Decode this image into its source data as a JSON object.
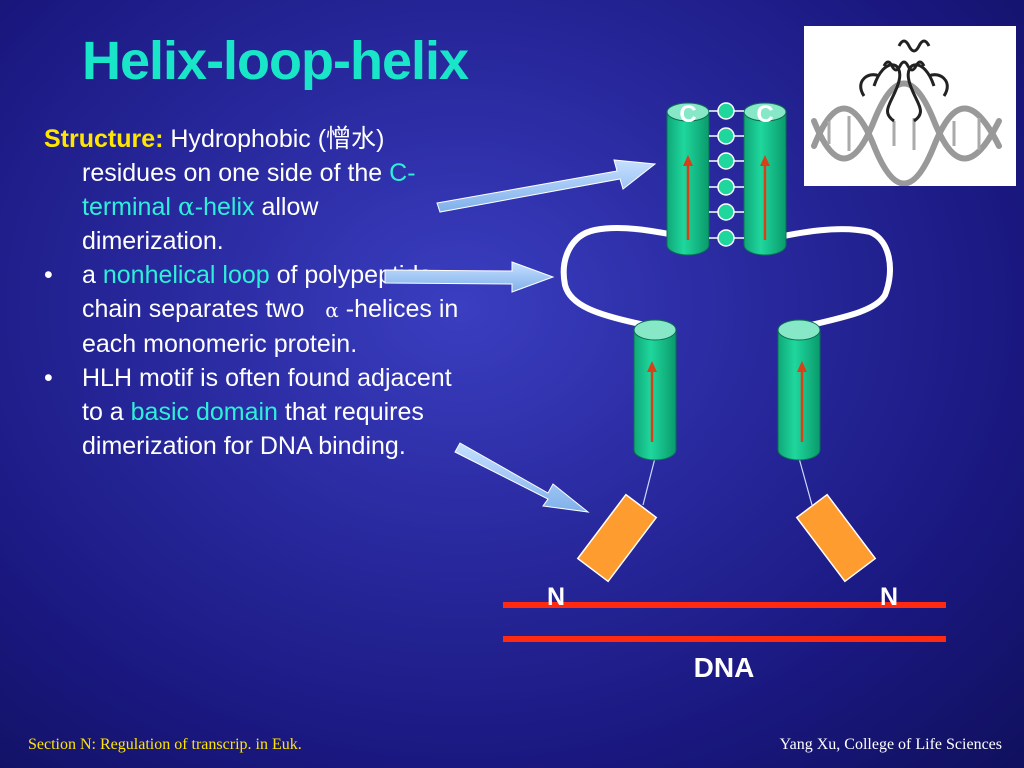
{
  "slide": {
    "title": "Helix-loop-helix",
    "para1": {
      "label": "Structure:",
      "text1": " Hydrophobic (",
      "chinese": "憎水",
      "text2": ") residues on one side of the ",
      "highlight": "C-terminal ",
      "alpha": "α",
      "highlight2": "-helix",
      "text3": " allow dimerization."
    },
    "bullets": [
      {
        "symbol": "•",
        "pre": "a ",
        "highlight": "nonhelical loop",
        "post": " of polypeptide chain separates two ",
        "alpha": "α",
        "post2": " -helices in each monomeric protein."
      },
      {
        "symbol": "•",
        "pre": "HLH motif is often found adjacent to a ",
        "highlight": "basic domain",
        "post": " that requires dimerization for DNA binding."
      }
    ],
    "footer_left": "Section N: Regulation of transcrip. in Euk.",
    "footer_right": "Yang Xu, College of Life Sciences"
  },
  "diagram": {
    "c_label": "C",
    "n_label": "N",
    "dna_label": "DNA",
    "colors": {
      "helix": "#17c58e",
      "helix_top": "#86e8c6",
      "basic_domain": "#ff9c30",
      "dna": "#ff2a10",
      "arrow": "#9ec8f5",
      "helix_arrow": "#d8401a",
      "title": "#19e6c8",
      "keyword": "#ffe600"
    }
  }
}
